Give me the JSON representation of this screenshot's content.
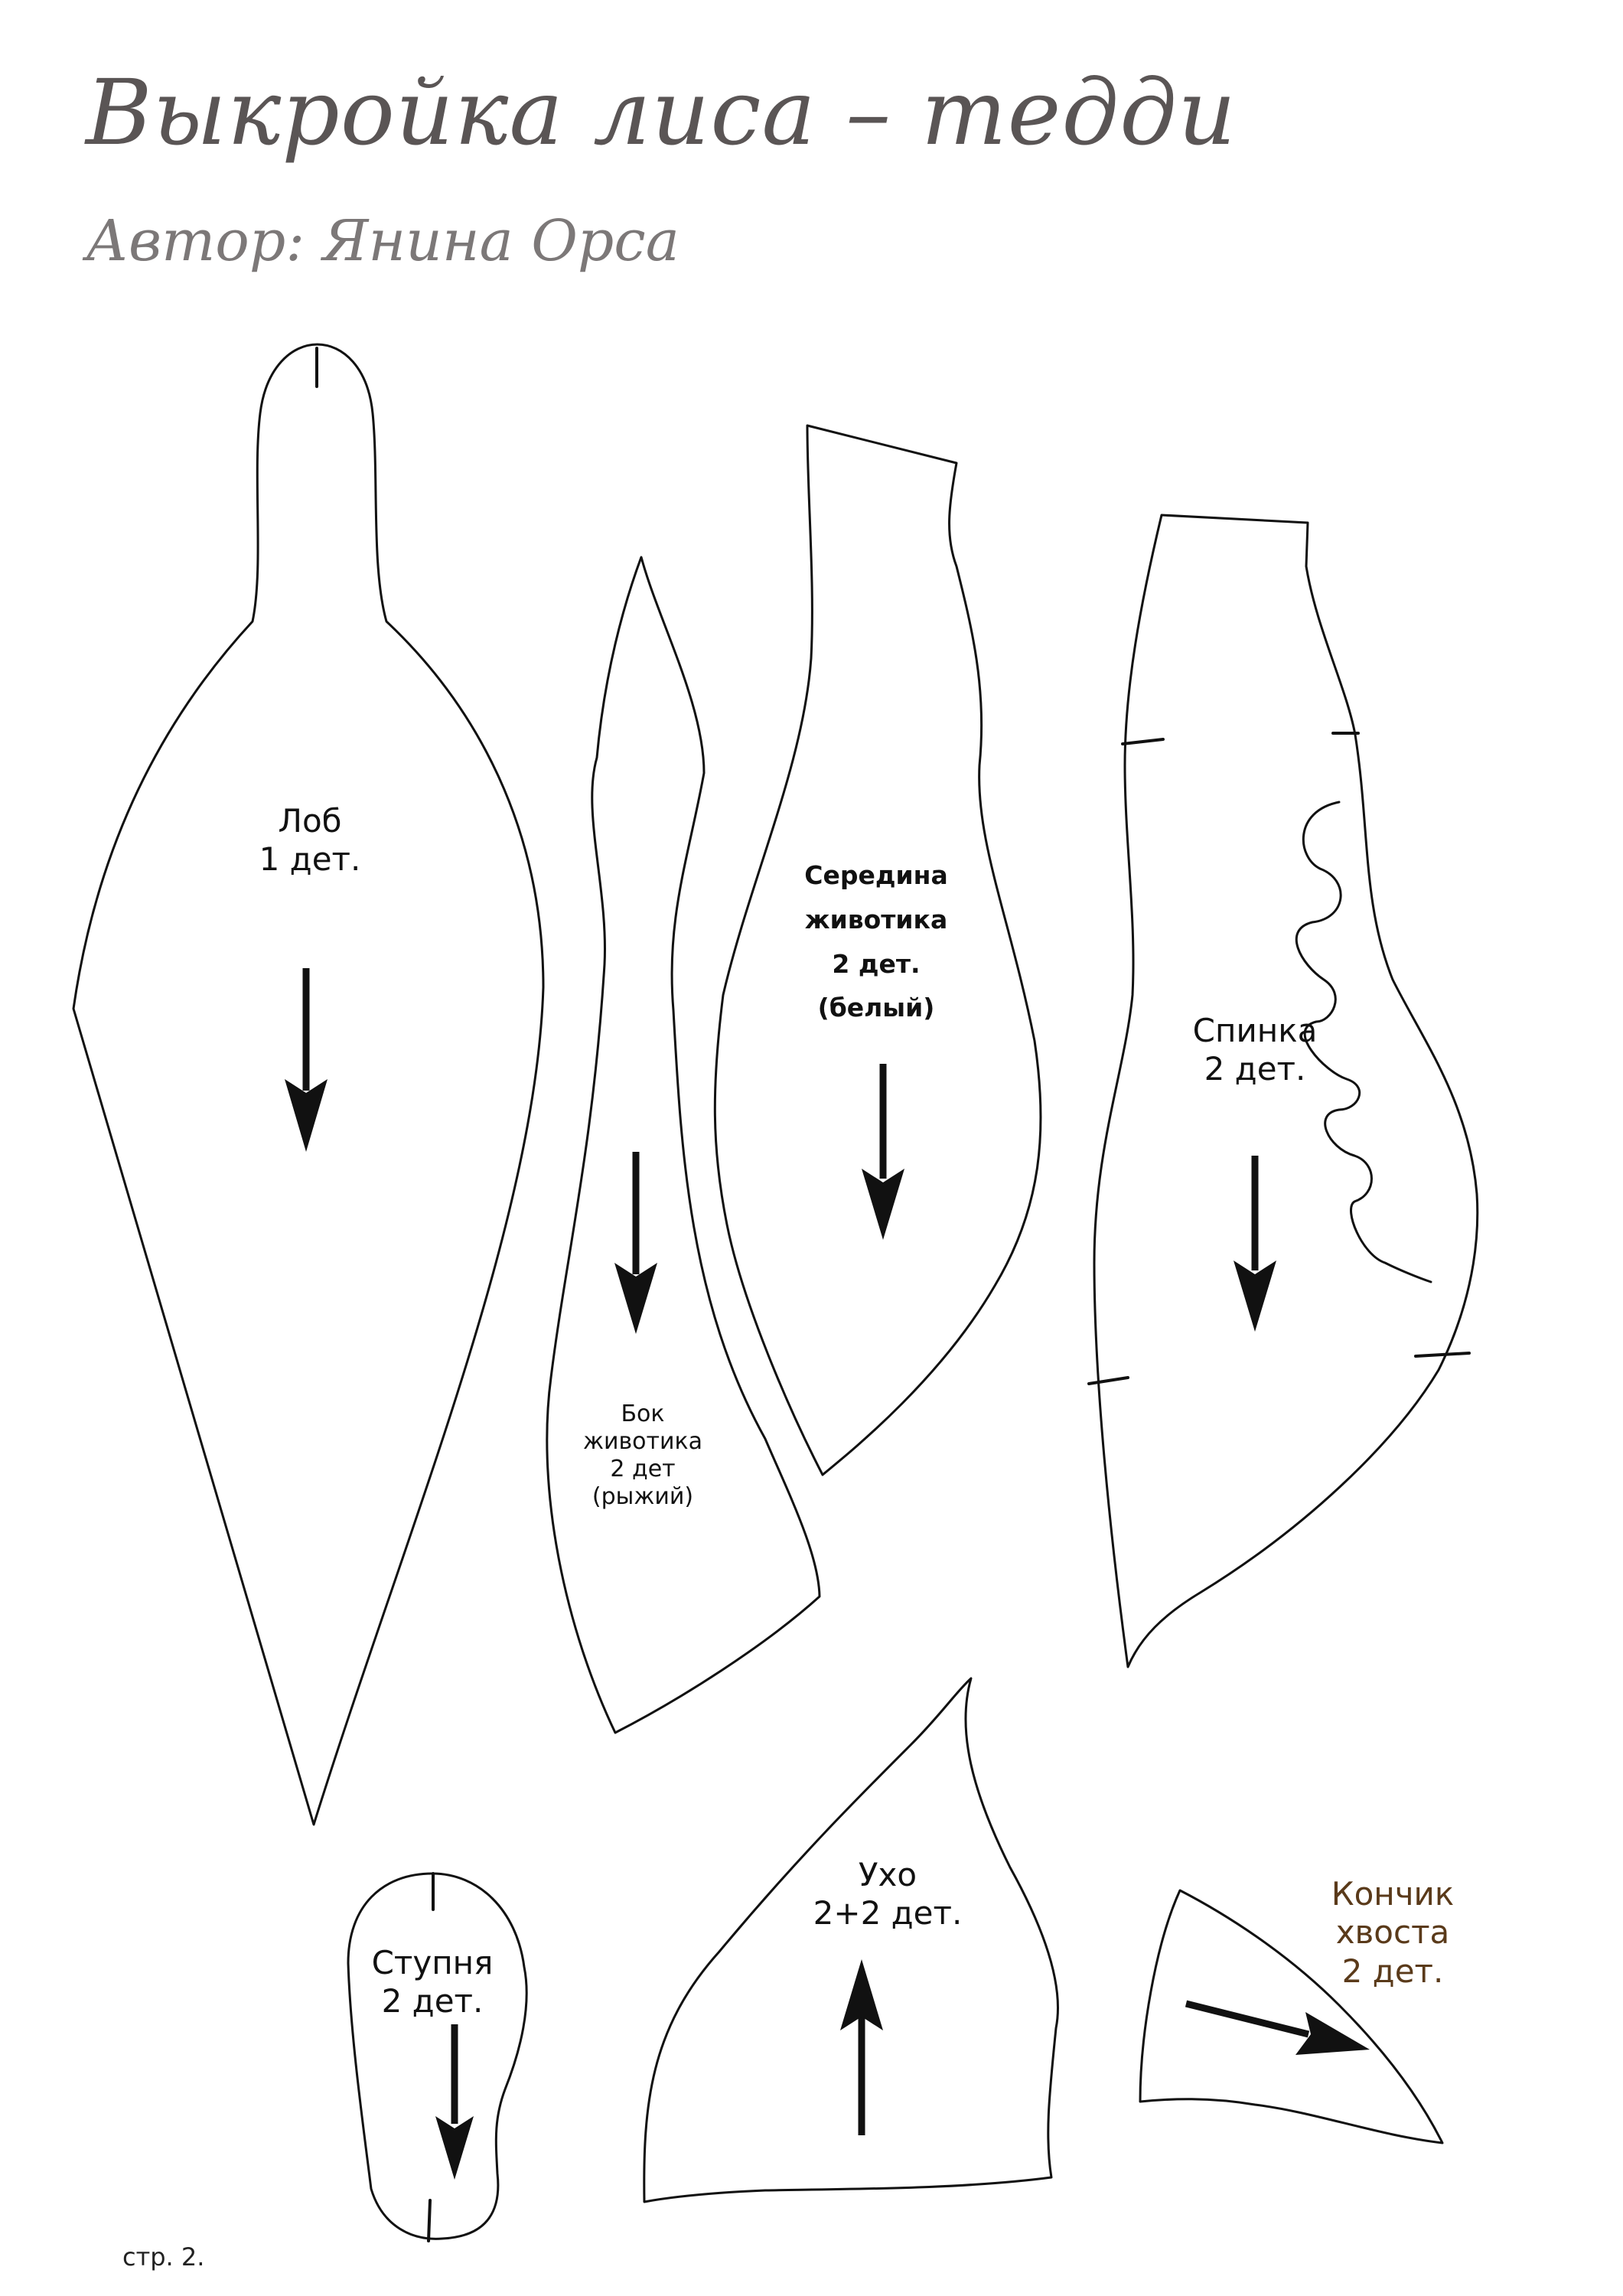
{
  "header": {
    "title": "Выкройка лиса – тедди",
    "author": "Автор: Янина Орса"
  },
  "pieces": {
    "lob": {
      "name": "Лоб",
      "count": "1 дет."
    },
    "bok": {
      "name1": "Бок",
      "name2": "животика",
      "count": "2 дет",
      "color": "(рыжий)"
    },
    "seredina": {
      "name1": "Середина",
      "name2": "животика",
      "count": "2 дет.",
      "color": "(белый)"
    },
    "spinka": {
      "name": "Спинка",
      "count": "2 дет."
    },
    "stupnya": {
      "name": "Ступня",
      "count": "2 дет."
    },
    "ukho": {
      "name": "Ухо",
      "count": "2+2 дет."
    },
    "konchik": {
      "name1": "Кончик",
      "name2": "хвоста",
      "count": "2 дет.",
      "label_color": "#5a3a1a"
    }
  },
  "footer": {
    "page": "стр. 2."
  }
}
